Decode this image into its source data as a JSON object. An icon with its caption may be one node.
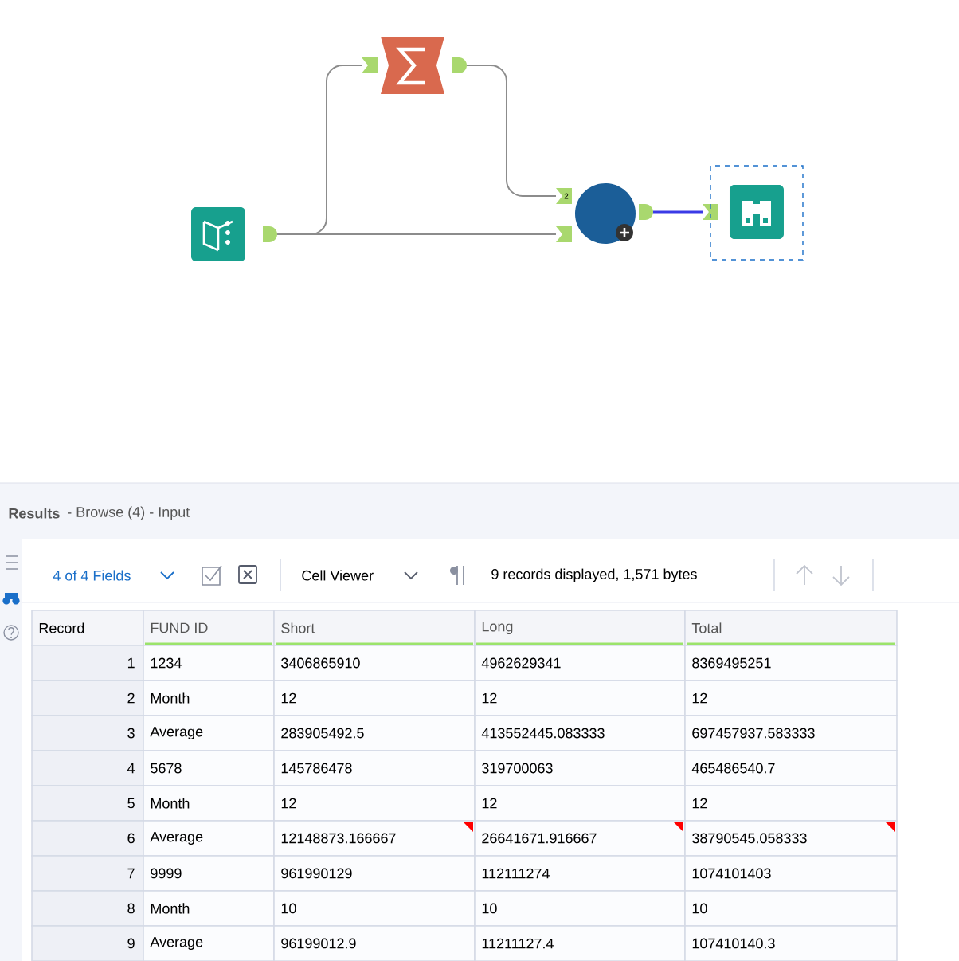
{
  "diagram": {
    "nodes": [
      {
        "text": [],
        "shape": "picture"
      },
      {
        "text": [],
        "shape": "picture"
      },
      {
        "text": [],
        "shape": "circle"
      },
      {
        "text": [],
        "shape": "picture"
      }
    ],
    "edges": [
      {
        "from": 0,
        "to": 1,
        "arrow": "none"
      },
      {
        "from": 0,
        "to": 2,
        "arrow": "none"
      },
      {
        "from": 1,
        "to": 2,
        "arrow": "none"
      },
      {
        "from": 2,
        "to": 3,
        "arrow": "none",
        "color": "#3a3ae6"
      }
    ],
    "labels": [
      "2",
      "Results",
      "- Browse (4) - Input",
      "4 of 4 Fields",
      "Cell Viewer",
      "9 records displayed, 1,571 bytes",
      "Record",
      "FUND ID",
      "Short",
      "Long",
      "Total",
      "1",
      "1234",
      "3406865910",
      "4962629341",
      "8369495251",
      "2",
      "Month",
      "12",
      "12",
      "12",
      "3",
      "Average",
      "283905492.5",
      "413552445.083333",
      "697457937.583333",
      "4",
      "5678",
      "145786478",
      "319700063",
      "465486540.7",
      "5",
      "Month",
      "12",
      "12",
      "12",
      "6",
      "Average",
      "12148873.166667",
      "26641671.916667",
      "38790545.058333",
      "7",
      "9999",
      "961990129",
      "112111274",
      "1074101403",
      "8",
      "Month",
      "10",
      "10",
      "10",
      "9",
      "Average",
      "96199012.9",
      "11211127.4",
      "107410140.3"
    ]
  }
}
